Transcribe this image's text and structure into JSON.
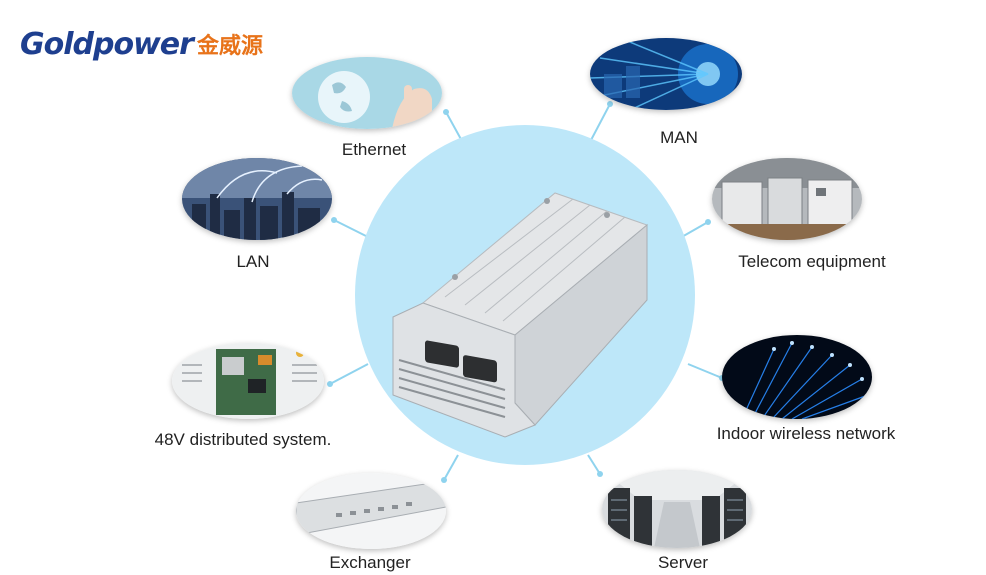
{
  "logo": {
    "brand": "Goldpower",
    "chinese": "金威源"
  },
  "hub": {
    "name": "power-module",
    "color": "#bde7f9"
  },
  "applications": [
    {
      "id": "ethernet",
      "label": "Ethernet"
    },
    {
      "id": "man",
      "label": "MAN"
    },
    {
      "id": "lan",
      "label": "LAN"
    },
    {
      "id": "telecom",
      "label": "Telecom equipment"
    },
    {
      "id": "distributed",
      "label": "48V distributed system."
    },
    {
      "id": "wireless",
      "label": "Indoor wireless network"
    },
    {
      "id": "exchanger",
      "label": "Exchanger"
    },
    {
      "id": "server",
      "label": "Server"
    }
  ],
  "colors": {
    "connector": "#8fd3ee",
    "brand": "#1e3f8f",
    "accent": "#e8731a",
    "label": "#222222"
  }
}
